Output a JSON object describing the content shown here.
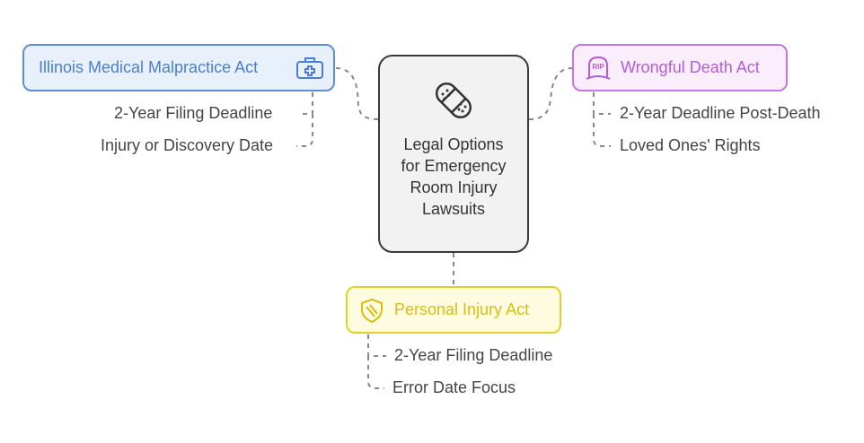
{
  "center": {
    "title": "Legal Options for Emergency Room Injury Lawsuits",
    "icon": "bandage-icon"
  },
  "branches": {
    "medical": {
      "label": "Illinois Medical Malpractice Act",
      "icon": "medical-kit-icon",
      "color": "#5d8fd8",
      "items": [
        "2-Year Filing Deadline",
        "Injury or Discovery Date"
      ]
    },
    "death": {
      "label": "Wrongful Death Act",
      "icon": "tombstone-icon",
      "color": "#c477e4",
      "items": [
        "2-Year Deadline Post-Death",
        "Loved Ones' Rights"
      ]
    },
    "personal": {
      "label": "Personal Injury Act",
      "icon": "shield-icon",
      "color": "#e3cf2a",
      "items": [
        "2-Year Filing Deadline",
        "Error Date Focus"
      ]
    }
  }
}
